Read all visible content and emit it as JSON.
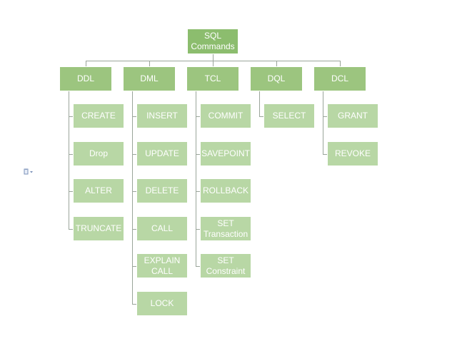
{
  "diagram": {
    "root": {
      "label": "SQL\nCommands"
    },
    "categories": [
      {
        "label": "DDL",
        "children": [
          "CREATE",
          "Drop",
          "ALTER",
          "TRUNCATE"
        ]
      },
      {
        "label": "DML",
        "children": [
          "INSERT",
          "UPDATE",
          "DELETE",
          "CALL",
          "EXPLAIN\nCALL",
          "LOCK"
        ]
      },
      {
        "label": "TCL",
        "children": [
          "COMMIT",
          "SAVEPOINT",
          "ROLLBACK",
          "SET\nTransaction",
          "SET\nConstraint"
        ]
      },
      {
        "label": "DQL",
        "children": [
          "SELECT"
        ]
      },
      {
        "label": "DCL",
        "children": [
          "GRANT",
          "REVOKE"
        ]
      }
    ]
  },
  "colors": {
    "root": "#8cbd6e",
    "category": "#9cc57f",
    "leaf": "#b8d7a5",
    "connector": "#9aa59a"
  },
  "icons": {
    "paste_options": "paste-options-icon"
  }
}
